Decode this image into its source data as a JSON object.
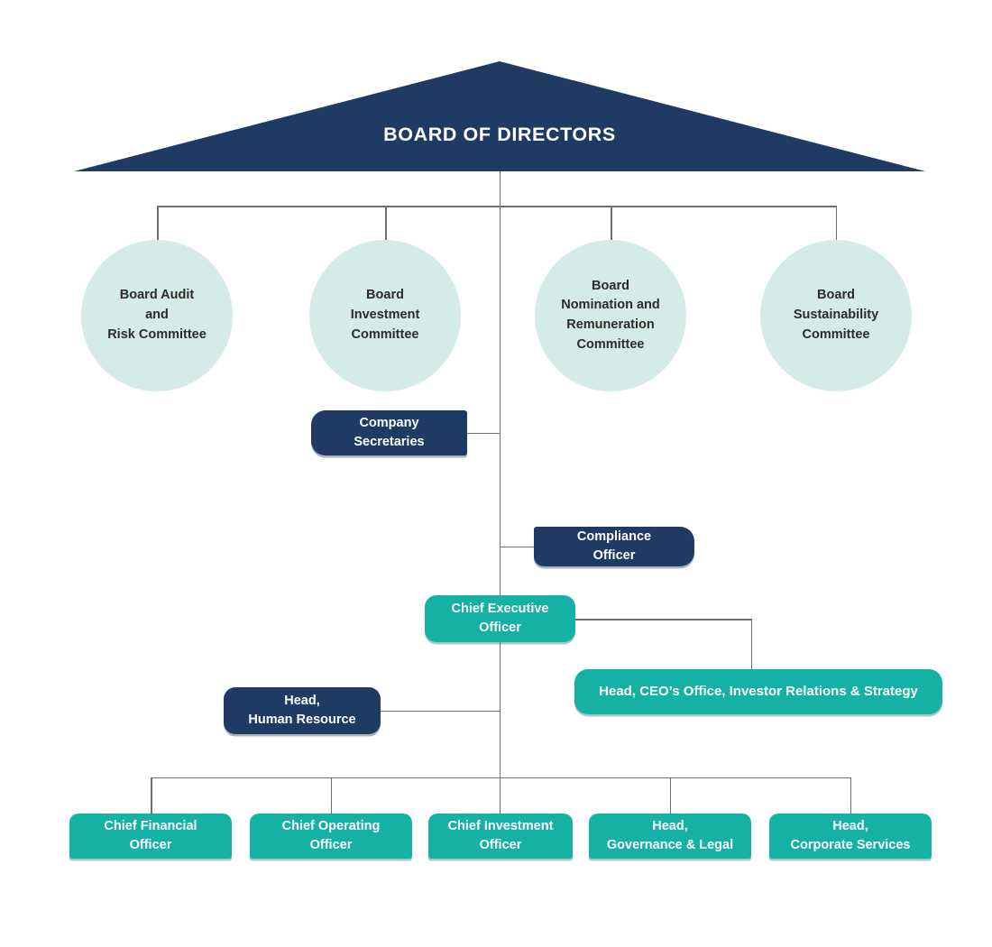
{
  "diagram": {
    "title": "BOARD OF DIRECTORS",
    "board_committees": [
      {
        "label": "Board Audit\nand\nRisk Committee"
      },
      {
        "label": "Board\nInvestment\nCommittee"
      },
      {
        "label": "Board\nNomination and\nRemuneration\nCommittee"
      },
      {
        "label": "Board\nSustainability\nCommittee"
      }
    ],
    "officers": {
      "company_secretaries": "Company\nSecretaries",
      "compliance_officer": "Compliance\nOfficer",
      "ceo": "Chief Executive\nOfficer",
      "head_ceo_office": "Head, CEO’s Office, Investor Relations & Strategy",
      "head_hr": "Head,\nHuman Resource",
      "cfo": "Chief Financial\nOfficer",
      "coo": "Chief Operating\nOfficer",
      "cio": "Chief Investment\nOfficer",
      "head_governance_legal": "Head,\nGovernance & Legal",
      "head_corporate_services": "Head,\nCorporate Services"
    },
    "colors": {
      "navy": "#1f3a63",
      "teal": "#15b1a5",
      "mint": "#d5ebe8",
      "line": "#6f6f6f",
      "circle_text": "#2b2b28",
      "box_text": "#ffffff"
    }
  }
}
